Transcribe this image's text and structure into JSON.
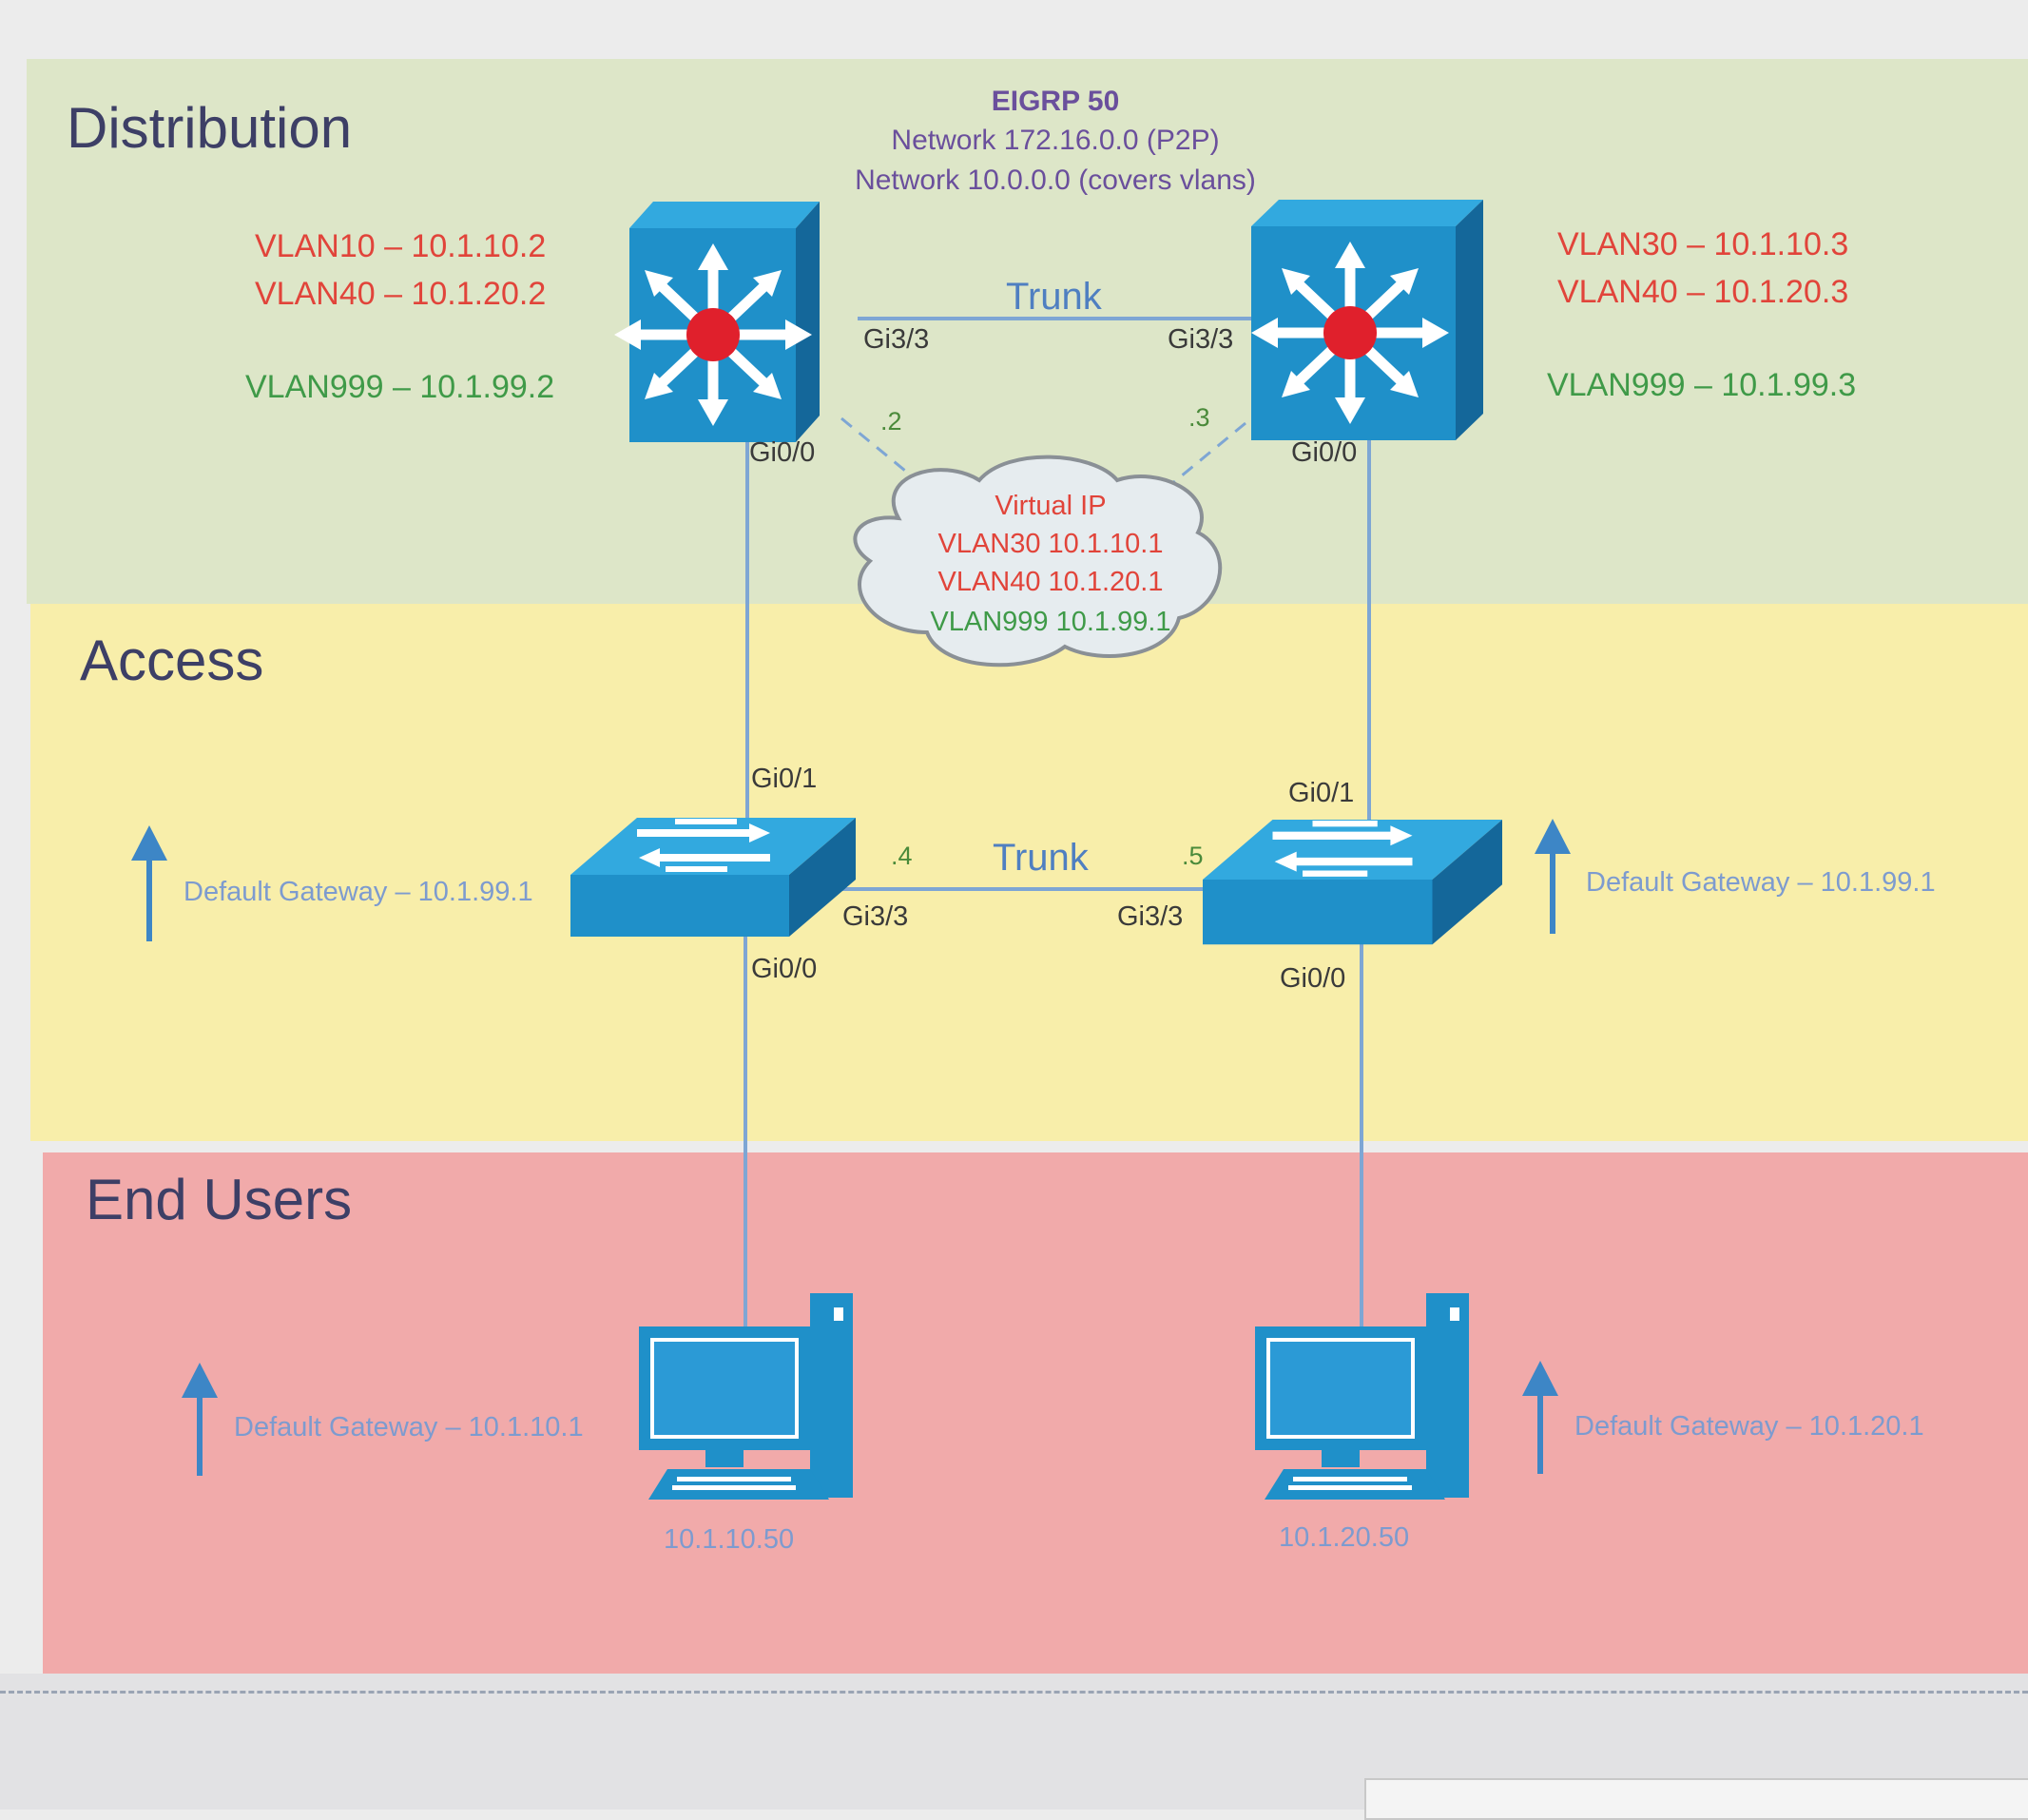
{
  "bands": {
    "distribution": "Distribution",
    "access": "Access",
    "end_users": "End Users"
  },
  "eigrp": {
    "title": "EIGRP 50",
    "line1": "Network 172.16.0.0 (P2P)",
    "line2": "Network 10.0.0.0 (covers vlans)"
  },
  "dist_left": {
    "vlan_a": "VLAN10 – 10.1.10.2",
    "vlan_b": "VLAN40 – 10.1.20.2",
    "vlan_c": "VLAN999 – 10.1.99.2",
    "port_trunk": "Gi3/3",
    "port_down": "Gi0/0",
    "addr": ".2"
  },
  "dist_right": {
    "vlan_a": "VLAN30 – 10.1.10.3",
    "vlan_b": "VLAN40 – 10.1.20.3",
    "vlan_c": "VLAN999 – 10.1.99.3",
    "port_trunk": "Gi3/3",
    "port_down": "Gi0/0",
    "addr": ".3"
  },
  "dist_trunk": "Trunk",
  "virtual_ip": {
    "title": "Virtual IP",
    "line1": "VLAN30 10.1.10.1",
    "line2": "VLAN40 10.1.20.1",
    "line3": "VLAN999 10.1.99.1"
  },
  "access_left": {
    "port_up": "Gi0/1",
    "port_trunk": "Gi3/3",
    "port_down": "Gi0/0",
    "addr": ".4",
    "gateway": "Default Gateway – 10.1.99.1"
  },
  "access_right": {
    "port_up": "Gi0/1",
    "port_trunk": "Gi3/3",
    "port_down": "Gi0/0",
    "addr": ".5",
    "gateway": "Default Gateway – 10.1.99.1"
  },
  "access_trunk": "Trunk",
  "pc_left": {
    "ip": "10.1.10.50",
    "gateway": "Default Gateway – 10.1.10.1"
  },
  "pc_right": {
    "ip": "10.1.20.50",
    "gateway": "Default Gateway – 10.1.20.1"
  },
  "colors": {
    "switch": "#1f90c9",
    "switch_dark": "#14679a",
    "link": "#7ea6d4",
    "star_red": "#e0202c",
    "arrow_blue": "#3d86c6"
  },
  "icons": [
    "multilayer-switch-icon",
    "workgroup-switch-icon",
    "workstation-icon",
    "cloud-icon",
    "up-arrow-icon"
  ]
}
